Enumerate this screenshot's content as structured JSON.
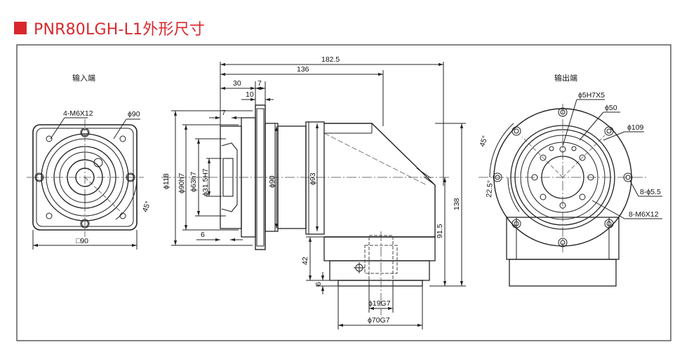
{
  "header": {
    "title": "PNR80LGH-L1外形尺寸",
    "accent_color": "#d9282d"
  },
  "views": {
    "input_label": "输入端",
    "output_label": "输出端"
  },
  "dimensions": {
    "d_182_5": "182.5",
    "d_136": "136",
    "d_30": "30",
    "d_7_top": "7",
    "d_10": "10",
    "d_7_side": "7",
    "d_6_side": "6",
    "d_4_m6x12": "4-M6X12",
    "d_phi90_input": "ϕ90",
    "d_sq90": "□90",
    "d_45_input": "45°",
    "d_phi118": "ϕ118",
    "d_phi90h7": "ϕ90h7",
    "d_phi63h7": "ϕ63h7",
    "d_phi31_5h7": "ϕ31.5H7",
    "d_phi90_body": "ϕ90",
    "d_phi93": "ϕ93",
    "d_138": "138",
    "d_91_5": "91.5",
    "d_42": "42",
    "d_6_bottom": "6",
    "d_phi19g7": "ϕ19G7",
    "d_phi70g7": "ϕ70G7",
    "d_phi5h7x5": "ϕ5H7X5",
    "d_phi50": "ϕ50",
    "d_phi109": "ϕ109",
    "d_45_output": "45°",
    "d_22_5": "22.5°",
    "d_8_phi5_5": "8-ϕ5.5",
    "d_8_m6x12": "8-M6X12"
  },
  "colors": {
    "line": "#222222",
    "center_line": "#444444",
    "frame": "#333333"
  }
}
